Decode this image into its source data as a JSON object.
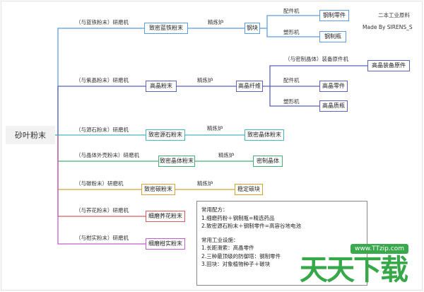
{
  "root": {
    "label": "砂叶粉末"
  },
  "corner": {
    "title": "二本工业原料",
    "author": "Made By SIRENS_S"
  },
  "branches": [
    {
      "color": "#5a9ee0",
      "tool_label": "（与蓝铁粉末）研磨机",
      "node1": "致密蓝铁粉末",
      "step_label": "精炼炉",
      "node2": "钢块",
      "sub": [
        {
          "label": "配件机",
          "target": "钢制零件"
        },
        {
          "label": "塑形机",
          "target": "钢制瓶"
        }
      ]
    },
    {
      "color": "#5a64b8",
      "tool_label": "（与紫晶粉末）研磨机",
      "node1": "高晶粉末",
      "step_label": "精炼炉",
      "node2": "高晶纤维",
      "sub": [
        {
          "label": "（与密制晶体）装备原件机",
          "target": "高晶装备原件"
        },
        {
          "label": "配件机",
          "target": "高晶零件"
        },
        {
          "label": "塑形机",
          "target": "高晶质瓶"
        }
      ]
    },
    {
      "color": "#46b8bc",
      "tool_label": "（与源石粉末）研磨机",
      "node1": "致密源石粉末",
      "step_label": "精炼炉",
      "node2": "致密晶体粉末"
    },
    {
      "color": "#46b072",
      "tool_label": "（与晶体外壳粉末）研磨机",
      "node1": "致密晶体粉末",
      "step_label": "精炼炉",
      "node2": "密制晶体"
    },
    {
      "color": "#d9a234",
      "tool_label": "（与碳粉末）研磨机",
      "node1": "致密碳粉末",
      "step_label": "精炼炉",
      "node2": "稳定碳块"
    },
    {
      "color": "#d85d5d",
      "tool_label": "（与荞花粉末）研磨机",
      "node1": "细磨荞花粉末"
    },
    {
      "color": "#c060c8",
      "tool_label": "（与柑实粉末）研磨机",
      "node1": "细磨柑实粉末"
    }
  ],
  "notes": {
    "formula_title": "常用配方：",
    "formulas": [
      "1.细磨药粉＋钢制瓶=精选药品",
      "2.致密源石粉末＋钢制零件=高容谷地电池"
    ],
    "facility_title": "常用工业设施：",
    "facilities": [
      "1.长距滑索：高晶零件",
      "2.三种最顶级的防御塔：钢制零件",
      "3.田块：对象植物种子＋碳块"
    ]
  },
  "watermark": {
    "chars": "天天下载",
    "url": "www.TTzip.com"
  }
}
